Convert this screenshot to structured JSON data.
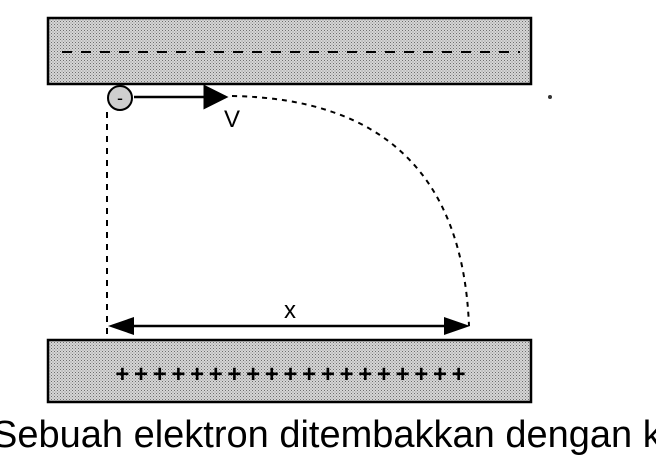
{
  "diagram": {
    "top_plate": {
      "charge_symbols": "- - - - - - - - - - - - - - - - - - -"
    },
    "bottom_plate": {
      "charge_symbols": "+ + + + + + + + + + + + + + + + + + +"
    },
    "electron": {
      "symbol": "-"
    },
    "velocity_label": "V",
    "distance_label": "x",
    "plate_fill": "#bdbdbd",
    "line_color": "#000000"
  },
  "caption": "Sebuah elektron ditembakkan dengan ke"
}
